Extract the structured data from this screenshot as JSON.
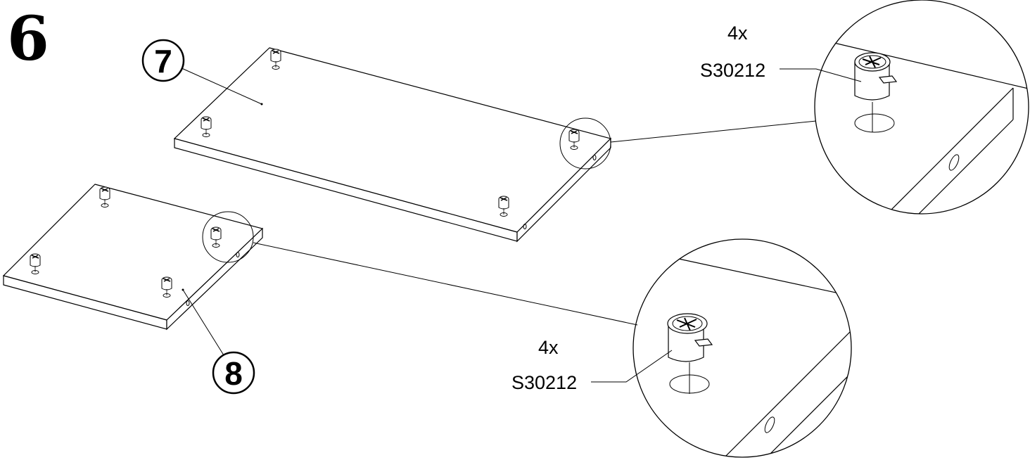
{
  "step": {
    "number": "6"
  },
  "parts": {
    "panel_top": {
      "label": "7"
    },
    "panel_bottom": {
      "label": "8"
    }
  },
  "details": [
    {
      "quantity": "4x",
      "part_code": "S30212"
    },
    {
      "quantity": "4x",
      "part_code": "S30212"
    }
  ],
  "icons": {
    "cam_lock": "cam-lock-icon",
    "magnifier": "detail-magnifier"
  }
}
